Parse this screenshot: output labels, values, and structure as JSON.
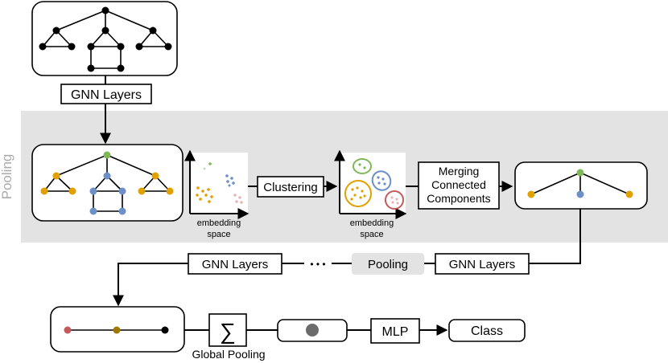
{
  "labels": {
    "gnn_layers_top": "GNN Layers",
    "pooling_region": "Pooling",
    "embedding_space_1": [
      "embedding",
      "space"
    ],
    "clustering": "Clustering",
    "embedding_space_2": [
      "embedding",
      "space"
    ],
    "merging": [
      "Merging",
      "Connected",
      "Components"
    ],
    "gnn_layers_mid_left": "GNN Layers",
    "ellipsis": "• • •",
    "pooling_mid": "Pooling",
    "gnn_layers_mid_right": "GNN Layers",
    "sum_symbol": "∑",
    "global_pooling": "Global Pooling",
    "mlp": "MLP",
    "class": "Class"
  },
  "colors": {
    "pooling_bg": "#e3e3e3",
    "pooling_text": "#aaaaaa",
    "orange": "#e0a000",
    "blue": "#6c8fc7",
    "green": "#7fb85a",
    "red": "#c55a5a",
    "olive": "#a07800",
    "dark_gray": "#6b6b6b"
  }
}
